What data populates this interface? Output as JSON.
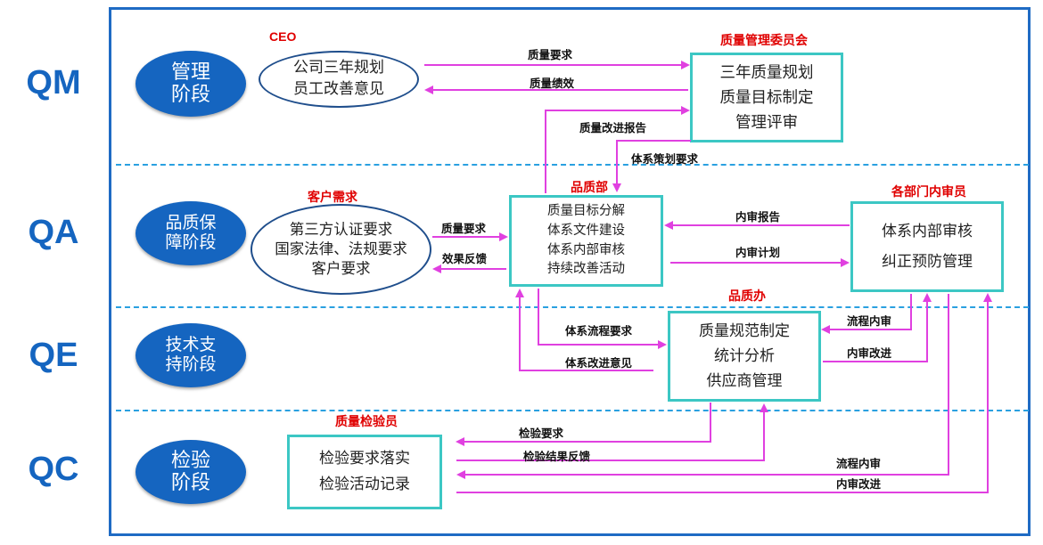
{
  "levels": [
    "QM",
    "QA",
    "QE",
    "QC"
  ],
  "stages": [
    "管理\n阶段",
    "品质保\n障阶段",
    "技术支\n持阶段",
    "检验\n阶段"
  ],
  "roles": {
    "ceo": "CEO",
    "committee": "质量管理委员会",
    "customer_demand": "客户需求",
    "quality_dept": "品质部",
    "auditors": "各部门内审员",
    "quality_office": "品质办",
    "inspectors": "质量检验员"
  },
  "nodes": {
    "ceo_ellipse": "公司三年规划\n员工改善意见",
    "committee_box": "三年质量规划\n质量目标制定\n管理评审",
    "customer_ellipse": "第三方认证要求\n国家法律、法规要求\n客户要求",
    "quality_dept_box": "质量目标分解\n体系文件建设\n体系内部审核\n持续改善活动",
    "audit_box": "体系内部审核\n纠正预防管理",
    "quality_office_box": "质量规范制定\n统计分析\n供应商管理",
    "inspection_box": "检验要求落实\n检验活动记录"
  },
  "flows": {
    "qm_quality_req": "质量要求",
    "qm_performance": "质量绩效",
    "improvement_report": "质量改进报告",
    "system_planning_req": "体系策划要求",
    "qa_quality_req": "质量要求",
    "qa_feedback": "效果反馈",
    "audit_report": "内审报告",
    "audit_plan": "内审计划",
    "process_req": "体系流程要求",
    "improvement_opinion": "体系改进意见",
    "process_audit_qe": "流程内审",
    "audit_improve_qe": "内审改进",
    "inspection_req": "检验要求",
    "inspection_feedback": "检验结果反馈",
    "process_audit_qc": "流程内审",
    "audit_improve_qc": "内审改进"
  },
  "colors": {
    "frame": "#1f6bc4",
    "stage_fill": "#1565c0",
    "divider": "#2aa0e0",
    "box_border": "#3cc7c4",
    "arrow": "#e040e0",
    "role_text": "#e00000"
  }
}
